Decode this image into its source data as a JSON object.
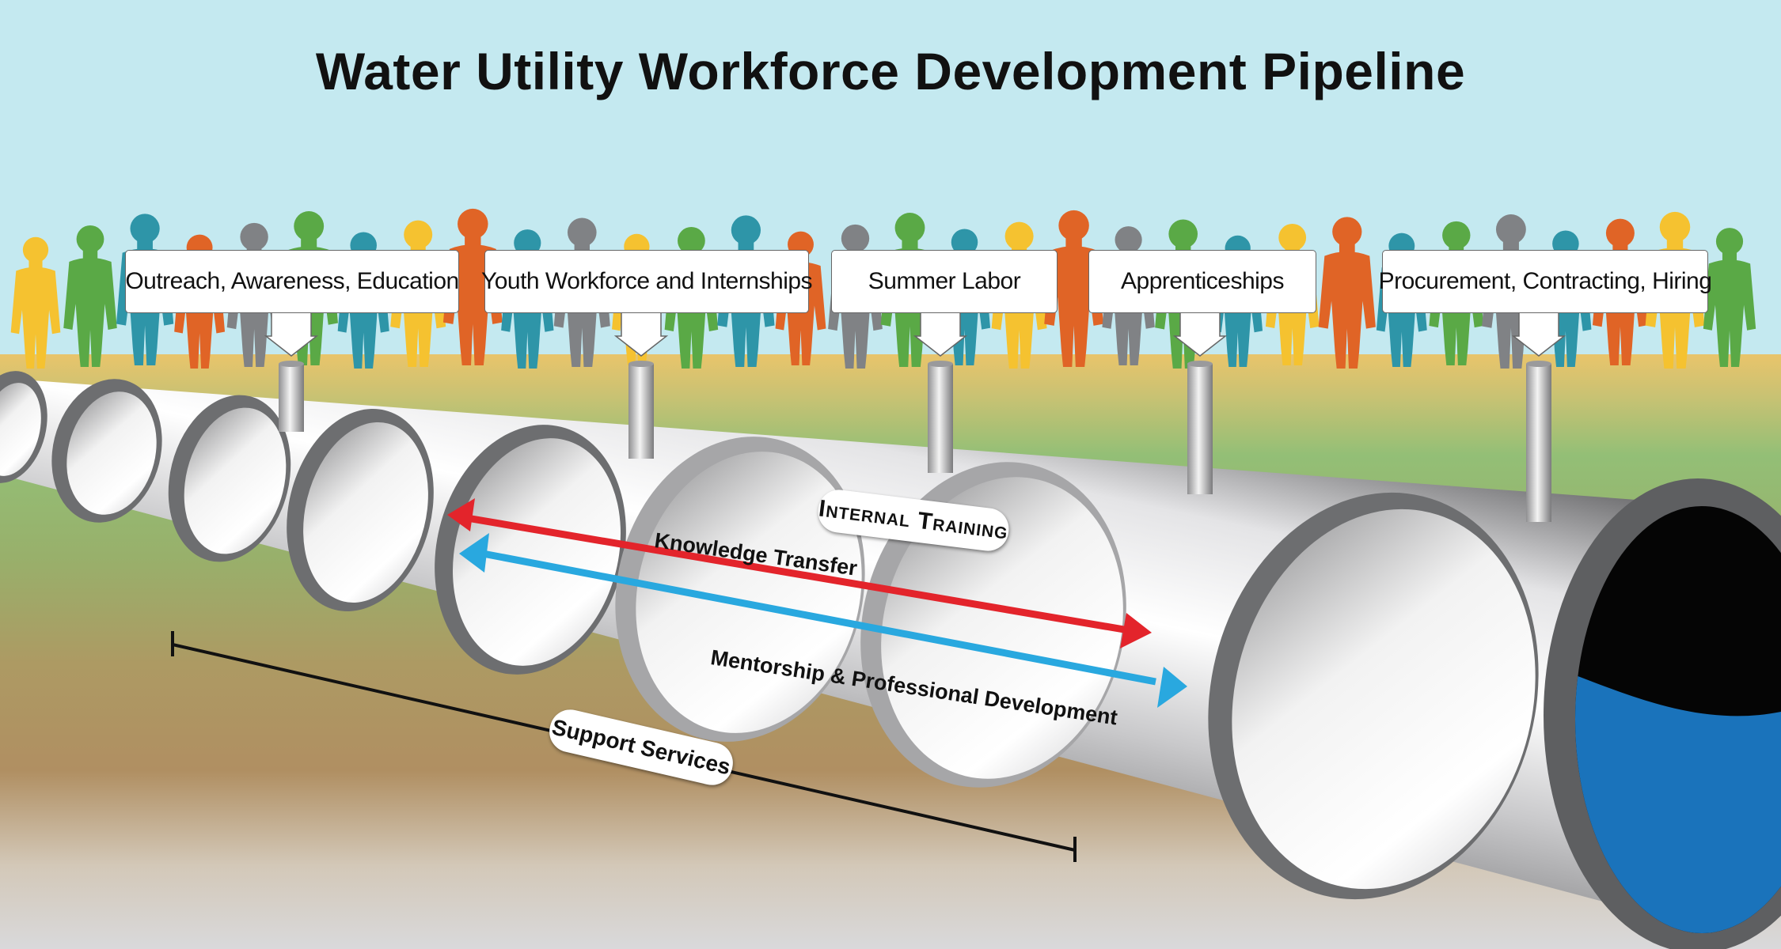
{
  "title": "Water Utility Workforce Development Pipeline",
  "stages": [
    {
      "label": "Outreach, Awareness, Education"
    },
    {
      "label": "Youth Workforce and Internships"
    },
    {
      "label": "Summer Labor"
    },
    {
      "label": "Apprenticeships"
    },
    {
      "label": "Procurement, Contracting, Hiring"
    }
  ],
  "internal_training": "Internal Training",
  "arrows": {
    "knowledge": {
      "label": "Knowledge Transfer",
      "color": "#e3242b"
    },
    "mentorship": {
      "label": "Mentorship & Professional Development",
      "color": "#29a8df"
    }
  },
  "support_services": "Support Services",
  "colors": {
    "sky": "#c4e9f0",
    "water": "#1a73bb",
    "people": [
      "#f5c230",
      "#5aa946",
      "#2e95a8",
      "#e06426",
      "#808285"
    ]
  }
}
